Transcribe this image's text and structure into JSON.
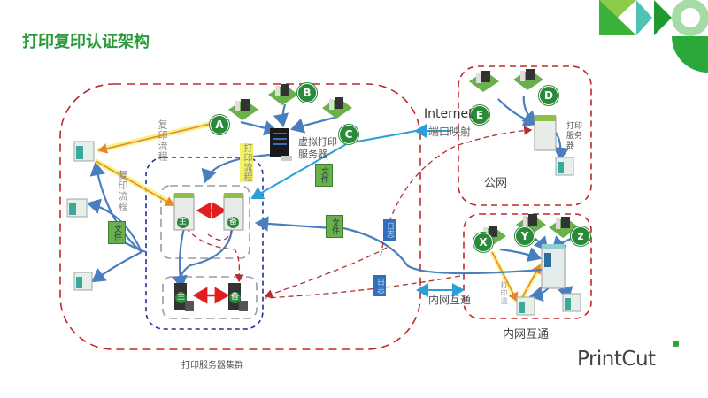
{
  "title": "打印复印认证架构",
  "nodes": {
    "a": "A",
    "b": "B",
    "c": "C",
    "d": "D",
    "e": "E",
    "x": "X",
    "y": "Y",
    "z": "z"
  },
  "labels": {
    "copy_flow_1": "复印流程",
    "copy_flow_2": "复印流程",
    "print_flow": "打印流程",
    "print_flow_intranet": "打印流",
    "virtual_print_server": "虚拟打印服务器",
    "internet": "Internet",
    "port_mapping": "端口映射",
    "print_server": "打印服务器",
    "public_net": "公网",
    "intranet_link": "内网互通",
    "intranet_zone": "内网互通",
    "cluster": "打印服务器集群"
  },
  "documents": [
    "文件",
    "文件",
    "文件"
  ],
  "logs": [
    "日志",
    "日志"
  ],
  "servers": {
    "primary": "主",
    "backup": "备",
    "db_primary": "主",
    "db_backup": "备"
  },
  "brand": {
    "name": "PrintCut",
    "accent": "#2a9a3a"
  },
  "colors": {
    "zone_border": "#c0282d",
    "cluster_border": "#1f2fa0",
    "flow": "#4a7fbf",
    "link": "#2aa0d8",
    "sync": "#e02020"
  }
}
